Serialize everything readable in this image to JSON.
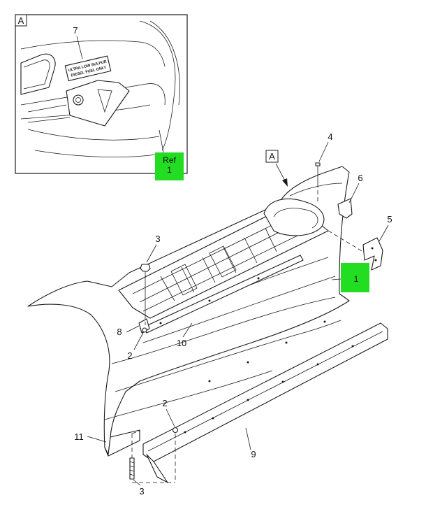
{
  "inset": {
    "view_letter": "A",
    "decal_lines": [
      "ULTRA LOW SULFUR",
      "DIESEL FUEL ONLY"
    ]
  },
  "view_marker": "A",
  "callouts": {
    "c7": "7",
    "c4": "4",
    "c6": "6",
    "c5": "5",
    "c3_top": "3",
    "c8": "8",
    "c2_left": "2",
    "c10": "10",
    "c2_lower": "2",
    "c11": "11",
    "c9": "9",
    "c3_bottom": "3"
  },
  "hotspots": {
    "ref": {
      "line1": "Ref",
      "line2": "1",
      "color": "#22dd22"
    },
    "main": {
      "label": "1",
      "color": "#22dd22"
    }
  },
  "colors": {
    "line": "#1a1a1a",
    "hotspot": "#22dd22",
    "background": "#ffffff"
  }
}
